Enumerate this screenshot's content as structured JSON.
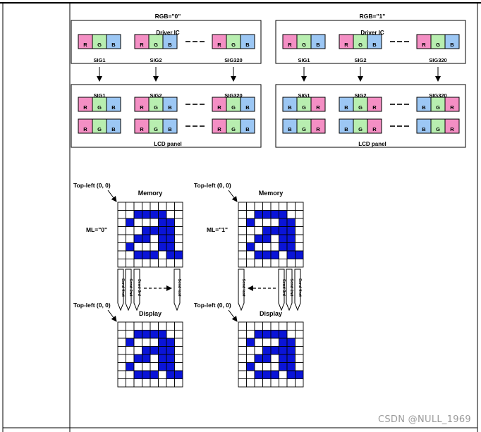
{
  "rgb_panels": [
    {
      "title": "RGB=\"0\"",
      "driver_label": "Driver IC",
      "lcd_label": "LCD panel",
      "sig_labels": [
        "SIG1",
        "SIG2",
        "SIG320"
      ],
      "driver_order": [
        "R",
        "G",
        "B"
      ],
      "lcd_order": [
        "R",
        "G",
        "B"
      ]
    },
    {
      "title": "RGB=\"1\"",
      "driver_label": "Driver IC",
      "lcd_label": "LCD panel",
      "sig_labels": [
        "SIG1",
        "SIG2",
        "SIG320"
      ],
      "driver_order": [
        "R",
        "G",
        "B"
      ],
      "lcd_order": [
        "B",
        "G",
        "R"
      ]
    }
  ],
  "channel_colors": {
    "R": "#f48fc4",
    "G": "#b8eeb0",
    "B": "#9cc7f4"
  },
  "memory_diagrams": [
    {
      "ml_label": "ML=\"0\"",
      "memory_corner": "Top-left (0, 0)",
      "memory_title": "Memory",
      "display_corner": "Top-left (0, 0)",
      "display_title": "Display",
      "send_labels": [
        "Send first",
        "Send 2nd",
        "Send 3rd",
        "Send last"
      ],
      "direction": "right"
    },
    {
      "ml_label": "ML=\"1\"",
      "memory_corner": "Top-left (0, 0)",
      "memory_title": "Memory",
      "display_corner": "Top-left (0, 0)",
      "display_title": "Display",
      "send_labels": [
        "Send last",
        "Send 3rd",
        "Send 2nd",
        "Send first"
      ],
      "direction": "left"
    }
  ],
  "pixel_pattern": [
    "00000000",
    "00111100",
    "01000110",
    "00011110",
    "00110110",
    "01000110",
    "00111011",
    "00000000"
  ],
  "fill_color": "#0a14d8",
  "watermark": "CSDN @NULL_1969"
}
